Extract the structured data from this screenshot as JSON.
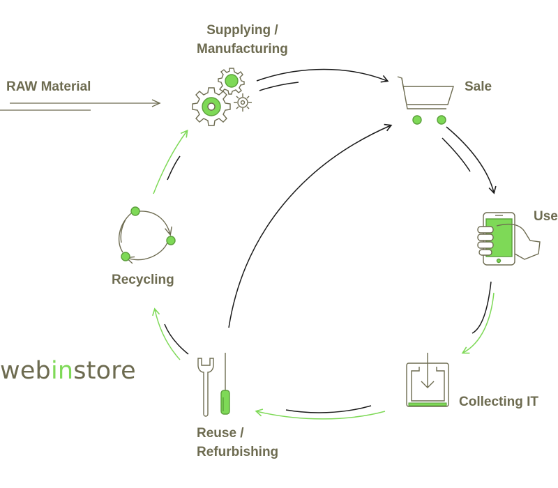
{
  "labels": {
    "supplying": [
      "Supplying /",
      "Manufacturing"
    ],
    "raw_material": "RAW Material",
    "sale": "Sale",
    "use": "Use",
    "collecting": "Collecting IT",
    "reuse": [
      "Reuse /",
      "Refurbishing"
    ],
    "recycling": "Recycling"
  },
  "logo": {
    "part1": "web",
    "part2": "in",
    "part3": "store"
  },
  "colors": {
    "text": "#6d6b50",
    "accent": "#7ed957",
    "dark": "#1a1a1a",
    "icon": "#6d6b50"
  },
  "icons": [
    "gears-icon",
    "shopping-cart-icon",
    "hand-phone-icon",
    "download-box-icon",
    "wrench-screwdriver-icon",
    "recycle-cycle-icon"
  ]
}
